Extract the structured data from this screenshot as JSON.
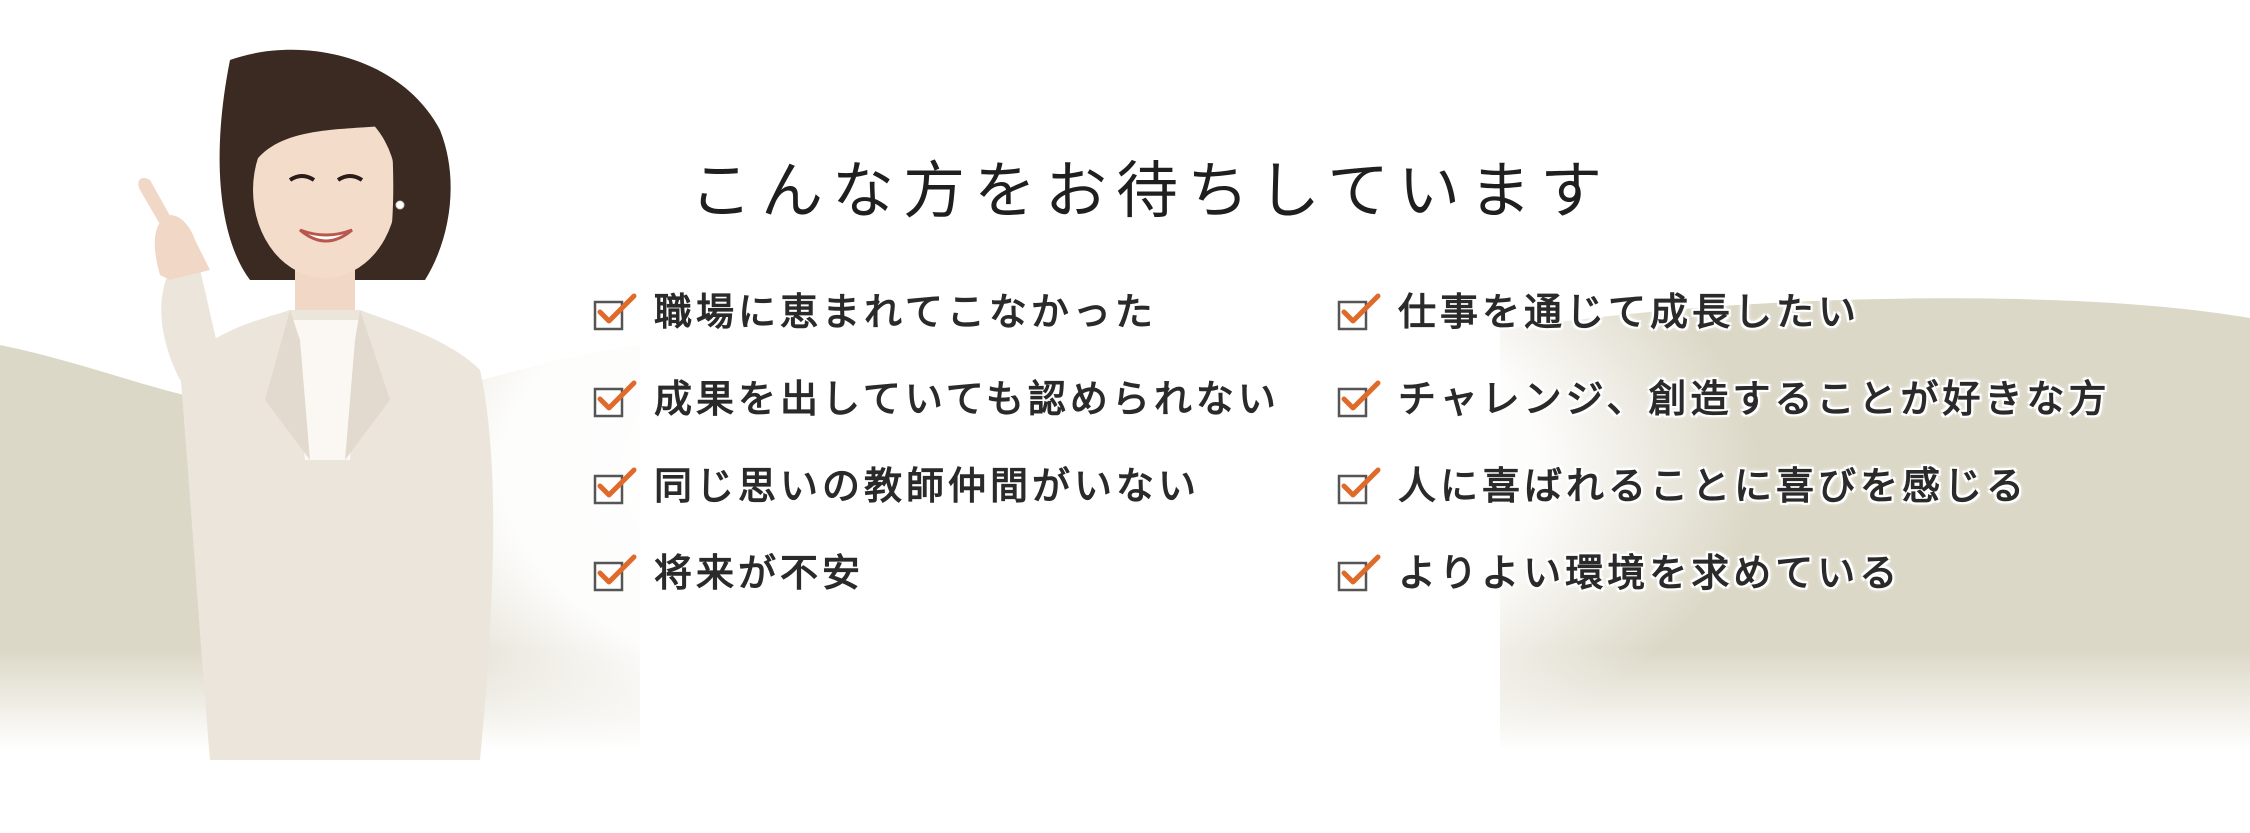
{
  "section": {
    "title": "こんな方をお待ちしています"
  },
  "checklist": {
    "left": [
      "職場に恵まれてこなかった",
      "成果を出していても認められない",
      "同じ思いの教師仲間がいない",
      "将来が不安"
    ],
    "right": [
      "仕事を通じて成長したい",
      "チャレンジ、創造することが好きな方",
      "人に喜ばれることに喜びを感じる",
      "よりよい環境を求めている"
    ]
  },
  "icons": {
    "check": "checkbox-check-icon",
    "person": "businesswoman-pointing-photo"
  },
  "colors": {
    "accent": "#e06a2a",
    "wave": "#dcd8c7",
    "text": "#2a2a2a"
  }
}
